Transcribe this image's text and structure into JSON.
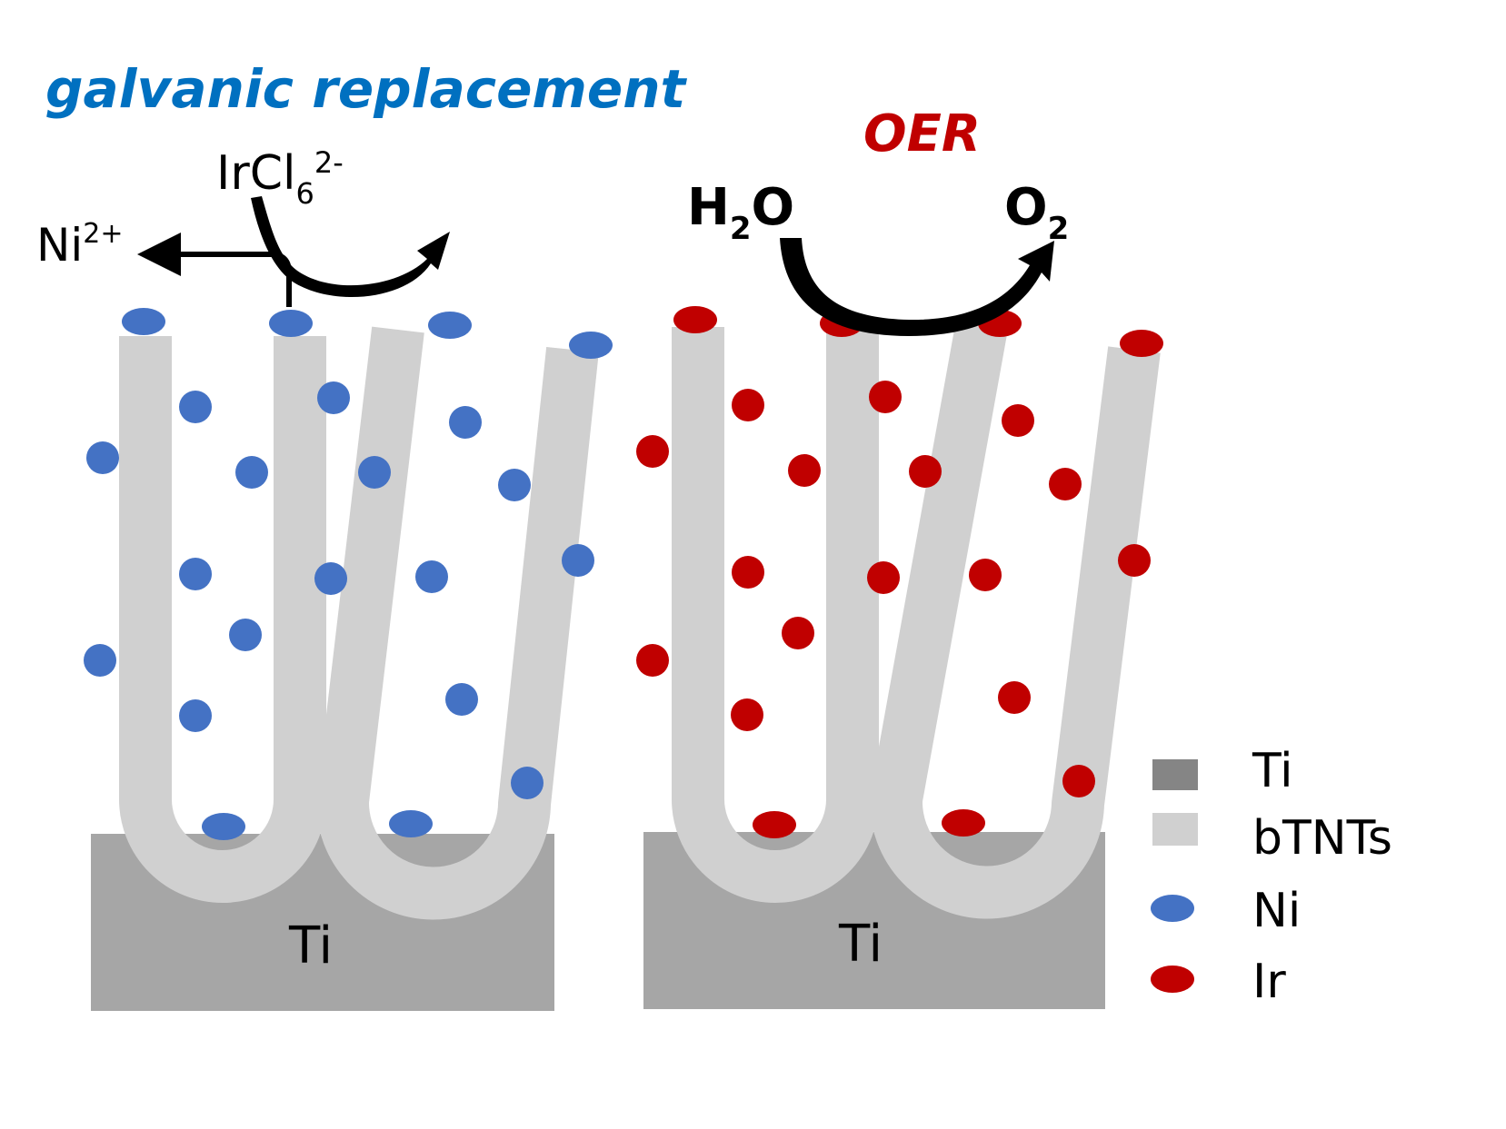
{
  "process_labels": {
    "galvanic": "galvanic replacement",
    "oer": "OER"
  },
  "species": {
    "ni_ion": {
      "base": "Ni",
      "charge": "2+"
    },
    "ir_complex": {
      "base": "IrCl",
      "subscript": "6",
      "charge": "2-"
    },
    "water": {
      "h": "H",
      "subscript": "2",
      "o": "O"
    },
    "oxygen": {
      "base": "O",
      "subscript": "2"
    }
  },
  "substrates": {
    "left_label": "Ti",
    "right_label": "Ti"
  },
  "legend": [
    {
      "label": "Ti",
      "swatch": "square",
      "color": "#858585"
    },
    {
      "label": "bTNTs",
      "swatch": "square",
      "color": "#d0d0d0"
    },
    {
      "label": "Ni",
      "swatch": "ellipse",
      "color": "#4472c4"
    },
    {
      "label": "Ir",
      "swatch": "ellipse",
      "color": "#c00000"
    }
  ],
  "colors": {
    "galvanic_text": "#0070c0",
    "oer_text": "#c00000",
    "ti_substrate": "#a6a6a6",
    "nanotube": "#d0d0d0",
    "ni_particle": "#4472c4",
    "ir_particle": "#c00000",
    "arrow": "#000000"
  },
  "icons": {
    "reaction_arrow": "curved-arrow-icon",
    "release_arrow": "left-arrow-icon"
  }
}
